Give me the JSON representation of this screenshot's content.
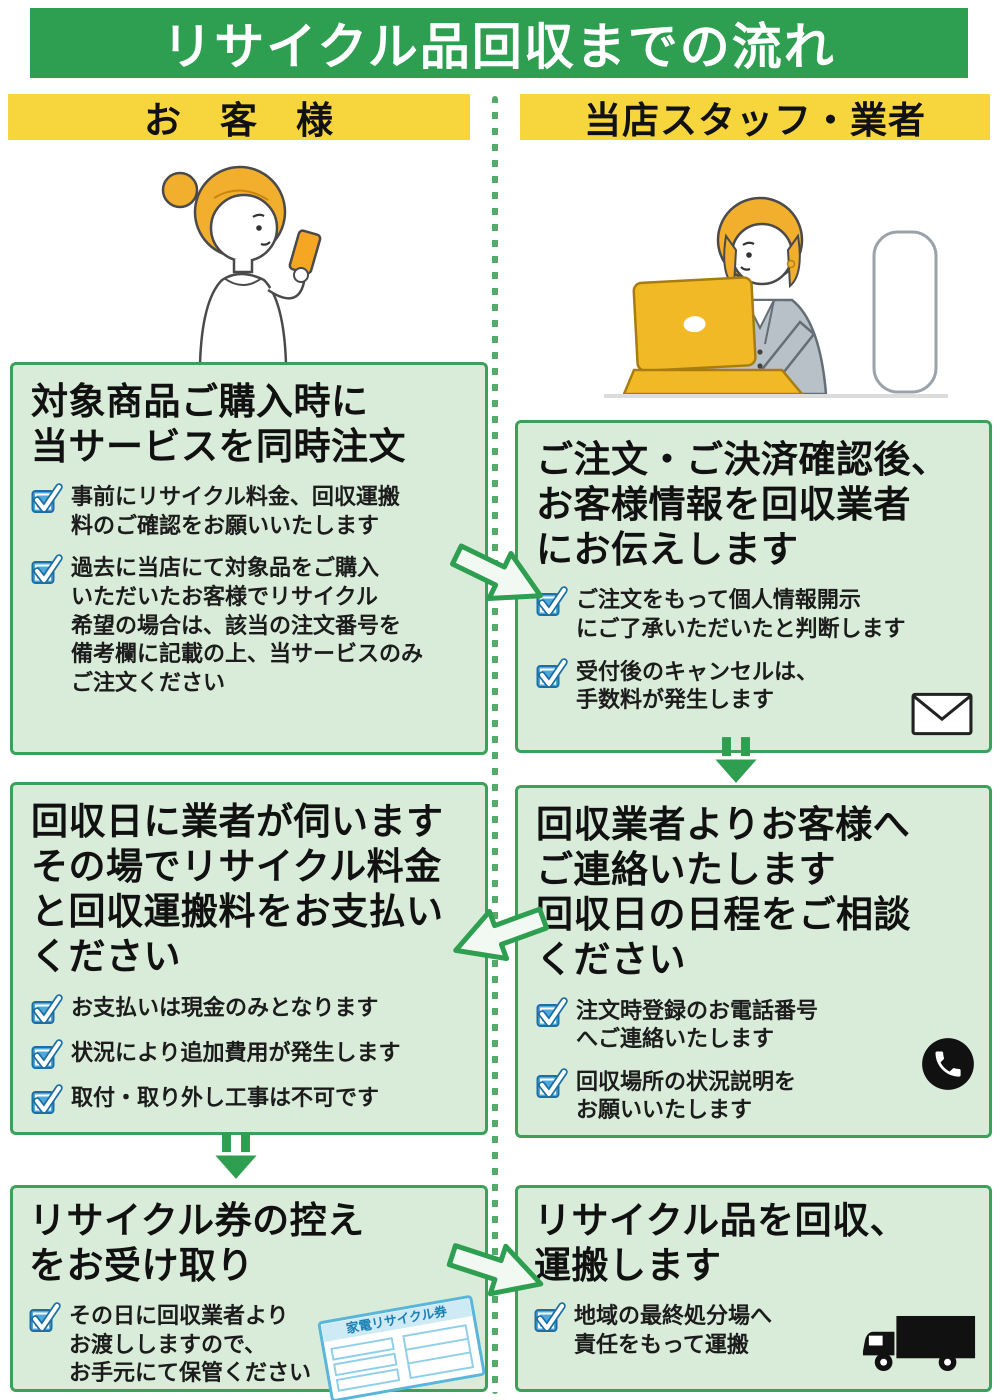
{
  "banner": {
    "title": "リサイクル品回収までの流れ"
  },
  "headers": {
    "customer": "お　客　様",
    "staff": "当店スタッフ・業者"
  },
  "customer": {
    "step1": {
      "title": "対象商品ご購入時に\n当サービスを同時注文",
      "items": [
        "事前にリサイクル料金、回収運搬\n料のご確認をお願いいたします",
        "過去に当店にて対象品をご購入\nいただいたお客様でリサイクル\n希望の場合は、該当の注文番号を\n備考欄に記載の上、当サービスのみ\nご注文ください"
      ]
    },
    "step2": {
      "title": "回収日に業者が伺います\nその場でリサイクル料金\nと回収運搬料をお支払い\nください",
      "items": [
        "お支払いは現金のみとなります",
        "状況により追加費用が発生します",
        "取付・取り外し工事は不可です"
      ]
    },
    "step3": {
      "title": "リサイクル券の控え\nをお受け取り",
      "items": [
        "その日に回収業者より\nお渡ししますので、\nお手元にて保管ください"
      ]
    }
  },
  "staff": {
    "step1": {
      "title": "ご注文・ご決済確認後、\nお客様情報を回収業者\nにお伝えします",
      "items": [
        "ご注文をもって個人情報開示\nにご了承いただいたと判断します",
        "受付後のキャンセルは、\n手数料が発生します"
      ]
    },
    "step2": {
      "title": "回収業者よりお客様へ\nご連絡いたします\n回収日の日程をご相談\nください",
      "items": [
        "注文時登録のお電話番号\nへご連絡いたします",
        "回収場所の状況説明を\nお願いいたします"
      ]
    },
    "step3": {
      "title": "リサイクル品を回収、\n運搬します",
      "items": [
        "地域の最終処分場へ\n責任をもって運搬"
      ]
    }
  },
  "ticket": {
    "label": "家電リサイクル券"
  },
  "icons": {
    "checklist": "blue-checkbox",
    "staff_step1": "envelope",
    "staff_step2": "phone",
    "staff_step3": "truck"
  },
  "colors": {
    "banner_green": "#2e9e50",
    "header_yellow": "#f6d63c",
    "box_fill_green": "#d9ecd9",
    "box_border_green": "#3aa05a",
    "checkbox_blue": "#4fa8dc",
    "hair_yellow": "#f2af2d",
    "laptop_yellow": "#f2b927"
  }
}
